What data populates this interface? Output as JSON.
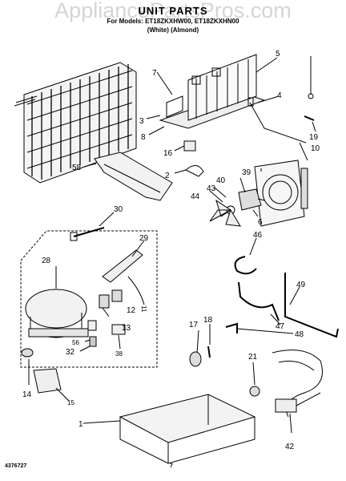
{
  "watermark": "AppliancePartsPros.com",
  "title": "UNIT PARTS",
  "models_line": "For Models: ET18ZKXHW00, ET18ZKXHN00",
  "colors_line": "(White)         (Almond)",
  "footer": {
    "doc_number": "4376727",
    "page_number": "7"
  },
  "callouts": [
    "1",
    "2",
    "3",
    "4",
    "5",
    "6",
    "7",
    "8",
    "10",
    "11",
    "12",
    "13",
    "14",
    "15",
    "16",
    "17",
    "18",
    "19",
    "21",
    "28",
    "29",
    "30",
    "32",
    "38",
    "39",
    "40",
    "42",
    "43",
    "44",
    "46",
    "47",
    "48",
    "49",
    "56",
    "58"
  ]
}
